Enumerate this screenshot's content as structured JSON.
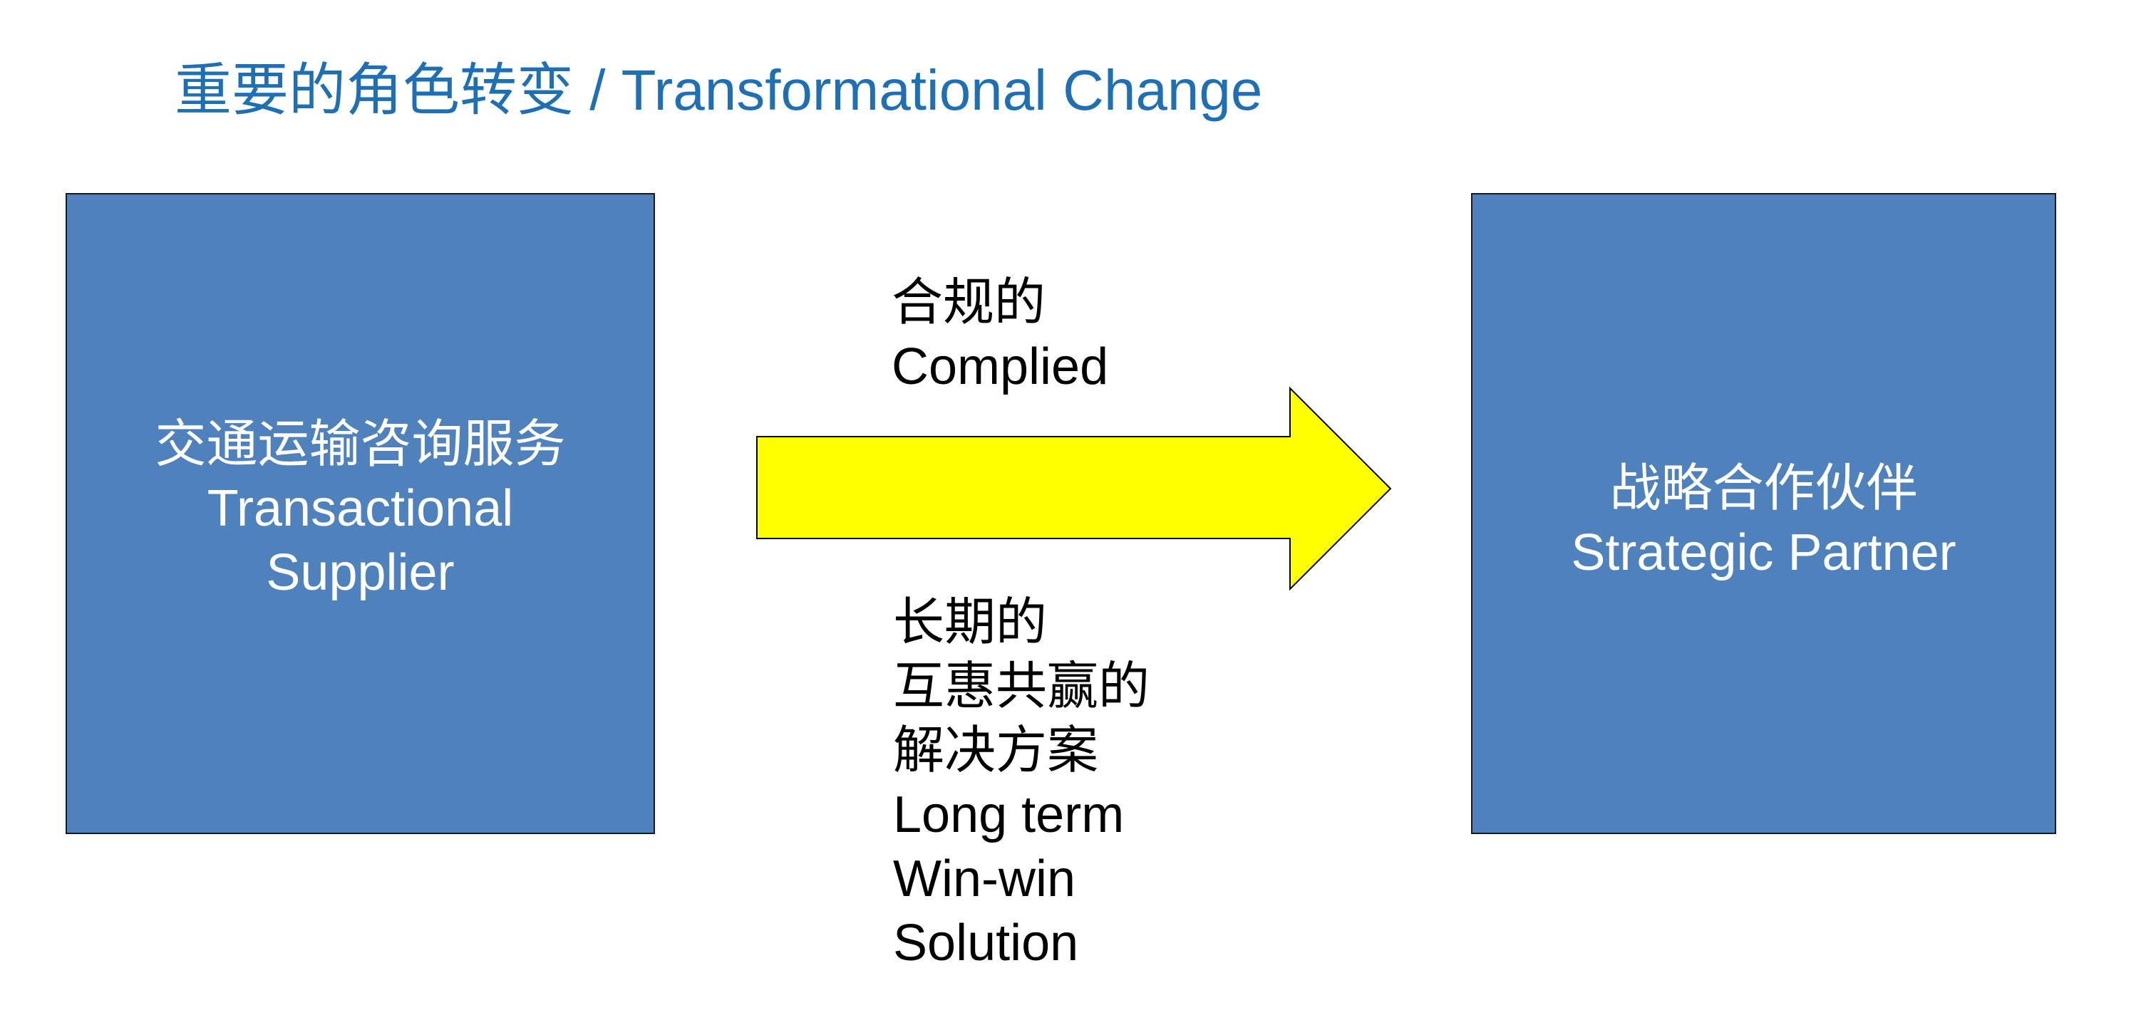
{
  "title": "重要的角色转变 / Transformational Change",
  "left_box": {
    "line1": "交通运输咨询服务",
    "line2": "Transactional",
    "line3": "Supplier"
  },
  "right_box": {
    "line1": "战略合作伙伴",
    "line2": "Strategic Partner"
  },
  "top_label": {
    "line1": "合规的",
    "line2": "Complied"
  },
  "bottom_label": {
    "line1": "长期的",
    "line2": "互惠共赢的",
    "line3": "解决方案",
    "line4": "Long term",
    "line5": "Win-win",
    "line6": "Solution"
  },
  "colors": {
    "title": "#1f6fb5",
    "box_fill": "#4f81bd",
    "arrow_fill": "#ffff00",
    "text_dark": "#000000",
    "text_light": "#ffffff"
  }
}
